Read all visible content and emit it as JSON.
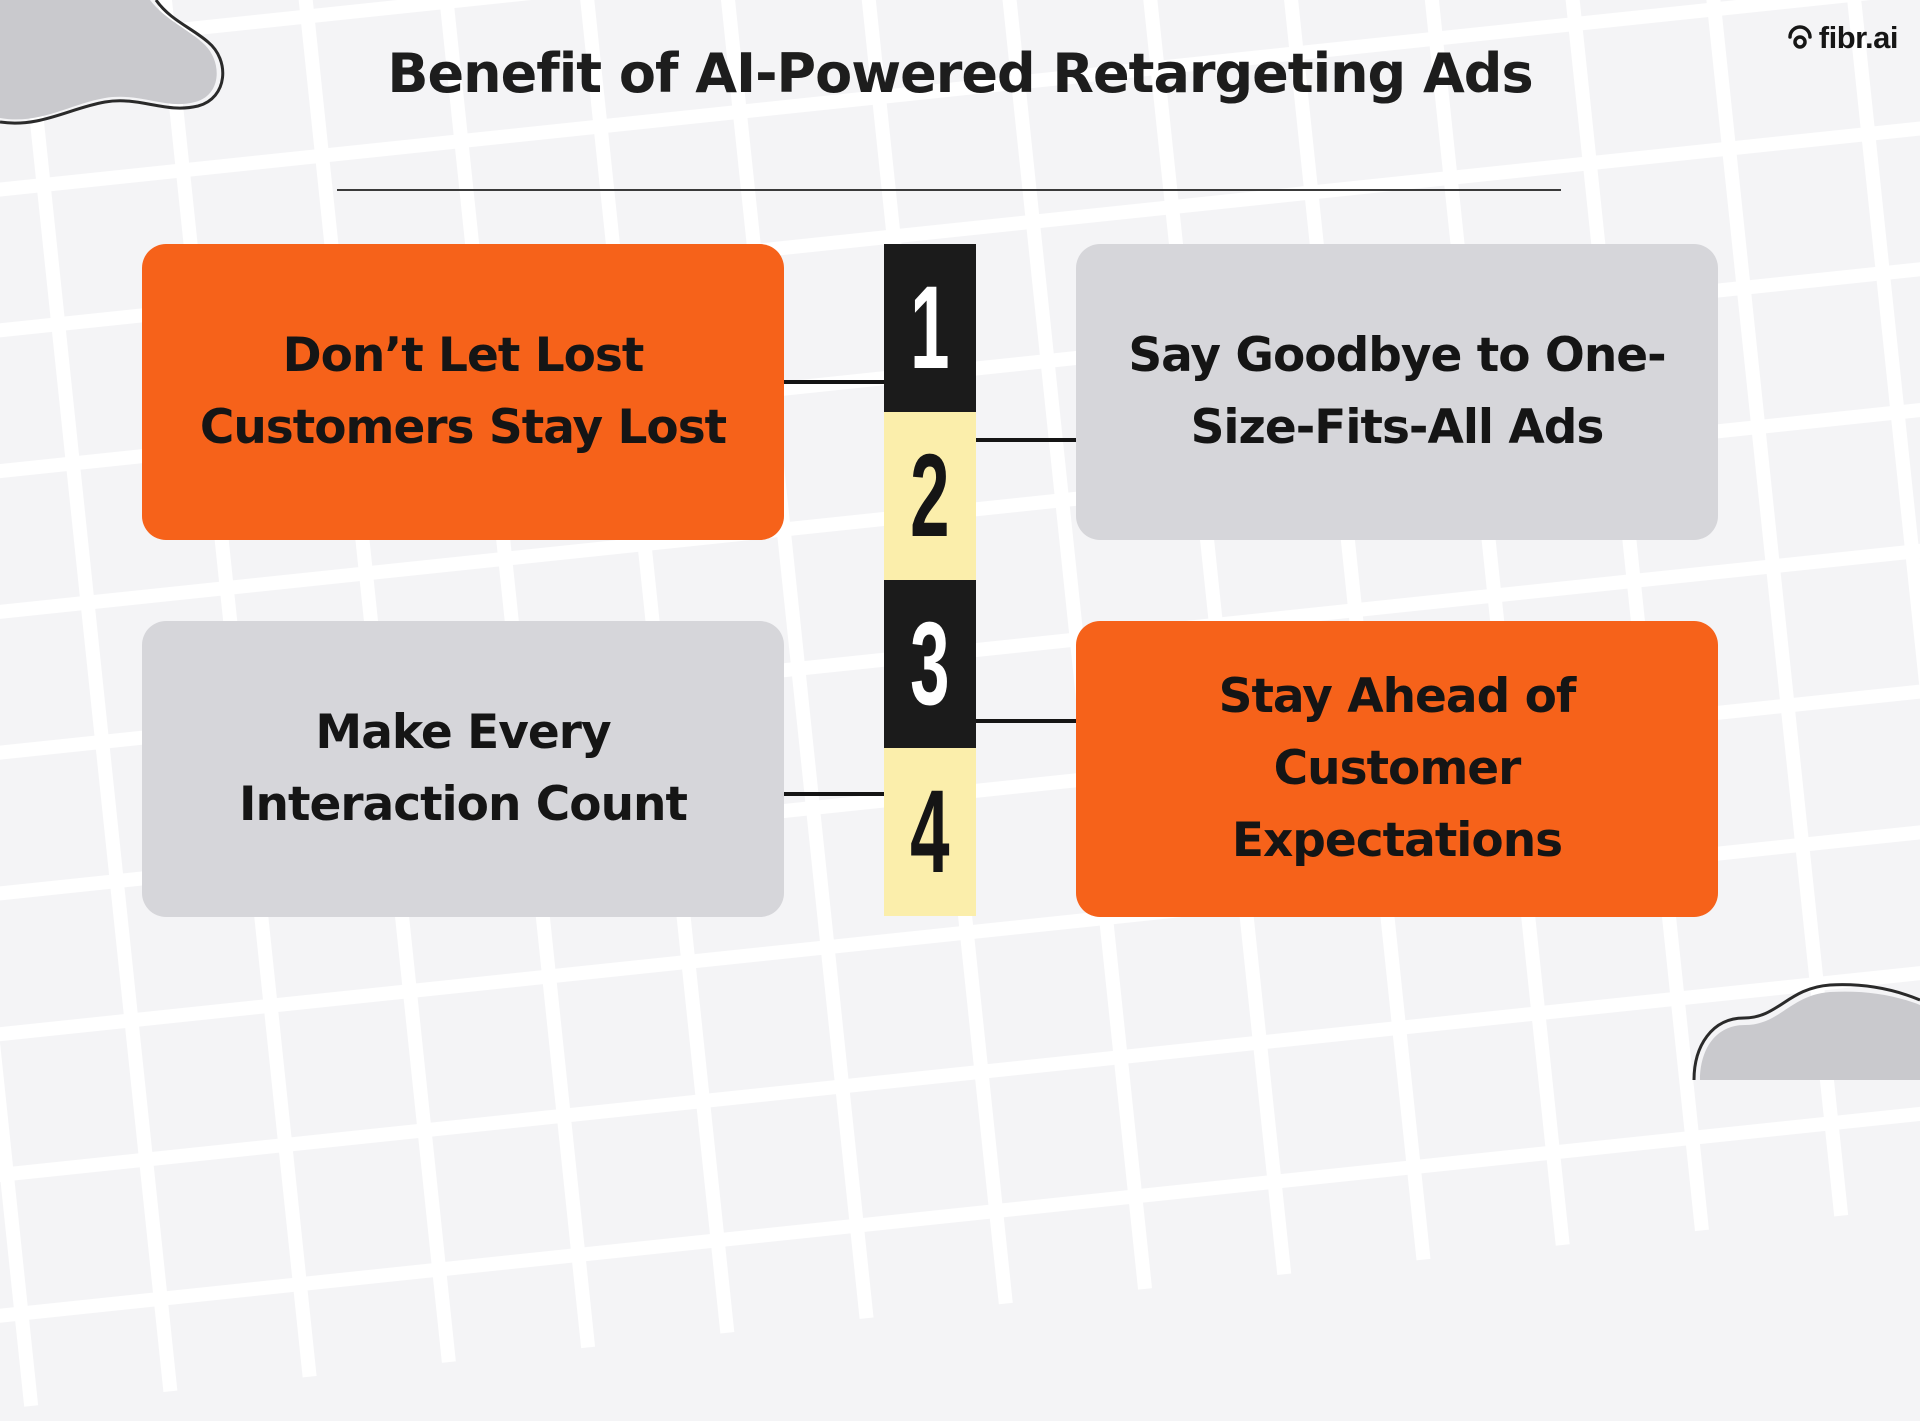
{
  "title": "Benefit of AI-Powered Retargeting Ads",
  "logo": {
    "text": "fibr.ai",
    "icon": "fibr-logo-icon"
  },
  "colors": {
    "orange": "#f6621a",
    "grey": "#d6d6da",
    "dark": "#1b1b1b",
    "cream": "#fbeeab",
    "background": "#f4f4f6"
  },
  "benefits": [
    {
      "number": "1",
      "text": "Don’t Let Lost Customers Stay Lost",
      "color": "orange"
    },
    {
      "number": "2",
      "text": "Say Goodbye to One-Size-Fits-All Ads",
      "color": "grey"
    },
    {
      "number": "3",
      "text": "Make Every Interaction Count",
      "color": "grey"
    },
    {
      "number": "4",
      "text": "Stay Ahead of Customer Expectations",
      "color": "orange"
    }
  ]
}
